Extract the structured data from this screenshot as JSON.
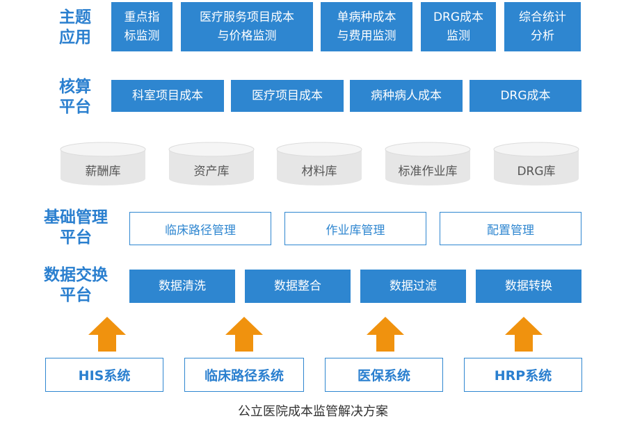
{
  "rows": {
    "theme": {
      "label": "主题\n应用",
      "items": [
        "重点指\n标监测",
        "医疗服务项目成本\n与价格监测",
        "单病种成本\n与费用监测",
        "DRG成本\n监测",
        "综合统计\n分析"
      ]
    },
    "accounting": {
      "label": "核算\n平台",
      "items": [
        "科室项目成本",
        "医疗项目成本",
        "病种病人成本",
        "DRG成本"
      ]
    },
    "databases": {
      "items": [
        "薪酬库",
        "资产库",
        "材料库",
        "标准作业库",
        "DRG库"
      ]
    },
    "base_management": {
      "label": "基础管理\n平台",
      "items": [
        "临床路径管理",
        "作业库管理",
        "配置管理"
      ]
    },
    "data_exchange": {
      "label": "数据交换\n平台",
      "items": [
        "数据清洗",
        "数据整合",
        "数据过滤",
        "数据转换"
      ]
    },
    "sources": {
      "items": [
        "HIS系统",
        "临床路径系统",
        "医保系统",
        "HRP系统"
      ]
    }
  },
  "caption": "公立医院成本监管解决方案",
  "colors": {
    "primary": "#2e86d0",
    "label": "#2a7fcf",
    "arrow": "#f0920e",
    "db_fill": "#e6e6e6"
  }
}
